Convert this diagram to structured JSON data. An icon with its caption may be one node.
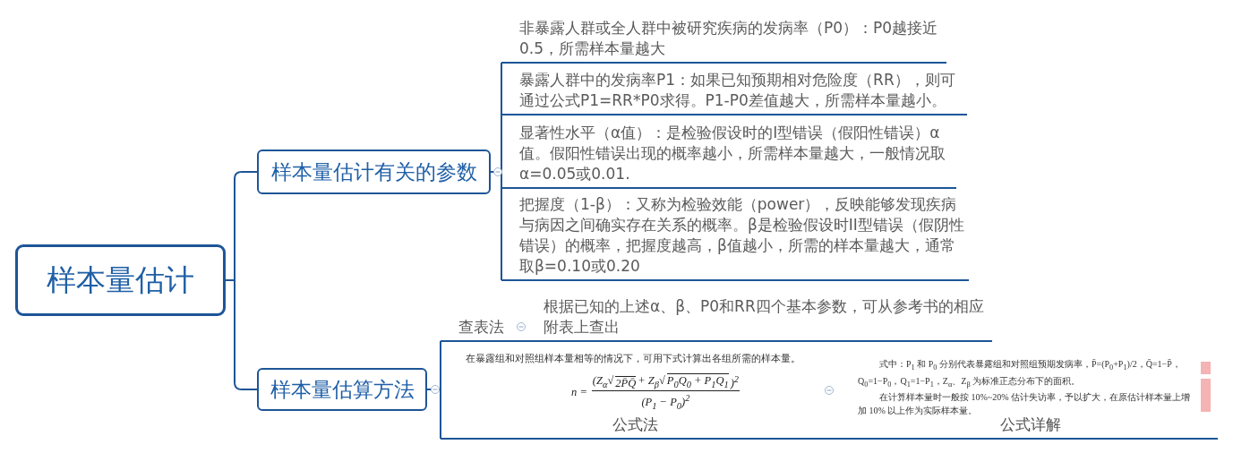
{
  "diagram": {
    "nodes": [
      {
        "text": [
          "样本量估计"
        ]
      },
      {
        "text": [
          "样本量估计有关的参数"
        ]
      },
      {
        "text": [
          "非暴露人群或全人群中被研究疾病的发病率（P0）：P0越接近0.5，所需样本量越大"
        ]
      },
      {
        "text": [
          "暴露人群中的发病率P1：如果已知预期相对危险度（RR），则可通过公式P1=RR*P0求得。P1-P0差值越大，所需样本量越小。"
        ]
      },
      {
        "text": [
          "显著性水平（α值）：是检验假设时的I型错误（假阳性错误）α值。假阳性错误出现的概率越小，所需样本量越大，一般情况取α=0.05或0.01."
        ]
      },
      {
        "text": [
          "把握度（1-β）：又称为检验效能（power），反映能够发现疾病与病因之间确实存在关系的概率。β是检验假设时II型错误（假阴性错误）的概率，把握度越高，β值越小，所需的样本量越大，通常取β=0.10或0.20"
        ]
      },
      {
        "text": [
          "样本量估算方法"
        ]
      },
      {
        "text": [
          "查表法"
        ]
      },
      {
        "text": [
          "根据已知的上述α、β、P0和RR四个基本参数，可从参考书的相应附表上查出"
        ]
      },
      {
        "text": [
          "在暴露组和对照组样本量相等的情况下，可用下式计算出各组所需的样本量。",
          "n =",
          "(Z$_{α}$√",
          "2P̄Q̄",
          "+ Z$_{β}$√",
          "P$_{0}$Q$_{0}$ + P$_{1}$Q$_{1}$",
          ")$^{2}$",
          "(P$_{1}$ − P$_{0}$)$^{2}$",
          "公式法"
        ]
      },
      {
        "text": [
          "式中：P$_{1}$ 和 P$_{0}$ 分别代表暴露组和对照组预期发病率，P̄=(P$_{0}$+P$_{1}$)/2，Q̄=1−P̄，Q$_{0}$=1−P$_{0}$，Q$_{1}$=1−P$_{1}$，Z$_{α}$、Z$_{β}$ 为标准正态分布下的面积。",
          "在计算样本量时一般按 10%~20% 估计失访率，予以扩大，在原估计样本量上增加 10% 以上作为实际样本量。",
          "公式详解"
        ]
      }
    ],
    "edges": [
      {
        "from": 0,
        "to": 1,
        "arrow": "none"
      },
      {
        "from": 0,
        "to": 6,
        "arrow": "none"
      },
      {
        "from": 1,
        "to": 2,
        "arrow": "none"
      },
      {
        "from": 1,
        "to": 3,
        "arrow": "none"
      },
      {
        "from": 1,
        "to": 4,
        "arrow": "none"
      },
      {
        "from": 1,
        "to": 5,
        "arrow": "none"
      },
      {
        "from": 6,
        "to": 7,
        "arrow": "none"
      },
      {
        "from": 6,
        "to": 9,
        "arrow": "none"
      },
      {
        "from": 7,
        "to": 8,
        "arrow": "none"
      },
      {
        "from": 9,
        "to": 10,
        "arrow": "none"
      }
    ]
  }
}
